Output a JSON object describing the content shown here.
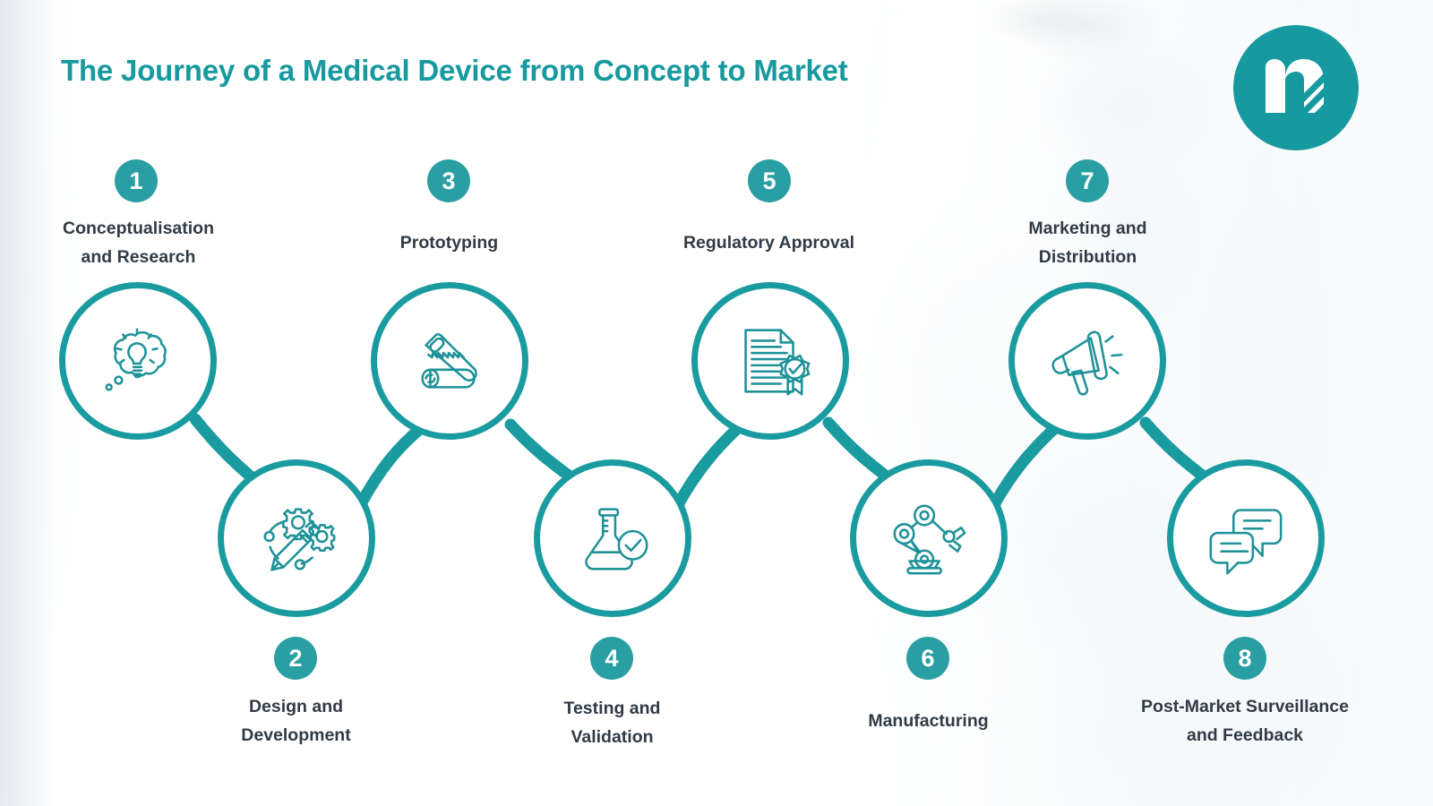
{
  "header": {
    "title": "The Journey of a Medical Device from Concept to Market",
    "logo_letter": "m",
    "accent_color": "#179a9f",
    "badge_color": "#2a9fa3",
    "ring_color": "#1a9ba0",
    "label_color": "#313b45"
  },
  "steps": [
    {
      "number": "1",
      "label": "Conceptualisation\nand Research",
      "icon": "thought-bubble-lightbulb-icon"
    },
    {
      "number": "2",
      "label": "Design and\nDevelopment",
      "icon": "pencil-gears-icon"
    },
    {
      "number": "3",
      "label": "Prototyping",
      "icon": "saw-log-icon"
    },
    {
      "number": "4",
      "label": "Testing and\nValidation",
      "icon": "flask-check-icon"
    },
    {
      "number": "5",
      "label": "Regulatory Approval",
      "icon": "certificate-seal-icon"
    },
    {
      "number": "6",
      "label": "Manufacturing",
      "icon": "robotic-arm-icon"
    },
    {
      "number": "7",
      "label": "Marketing and\nDistribution",
      "icon": "megaphone-icon"
    },
    {
      "number": "8",
      "label": "Post-Market Surveillance\nand Feedback",
      "icon": "speech-bubbles-icon"
    }
  ]
}
